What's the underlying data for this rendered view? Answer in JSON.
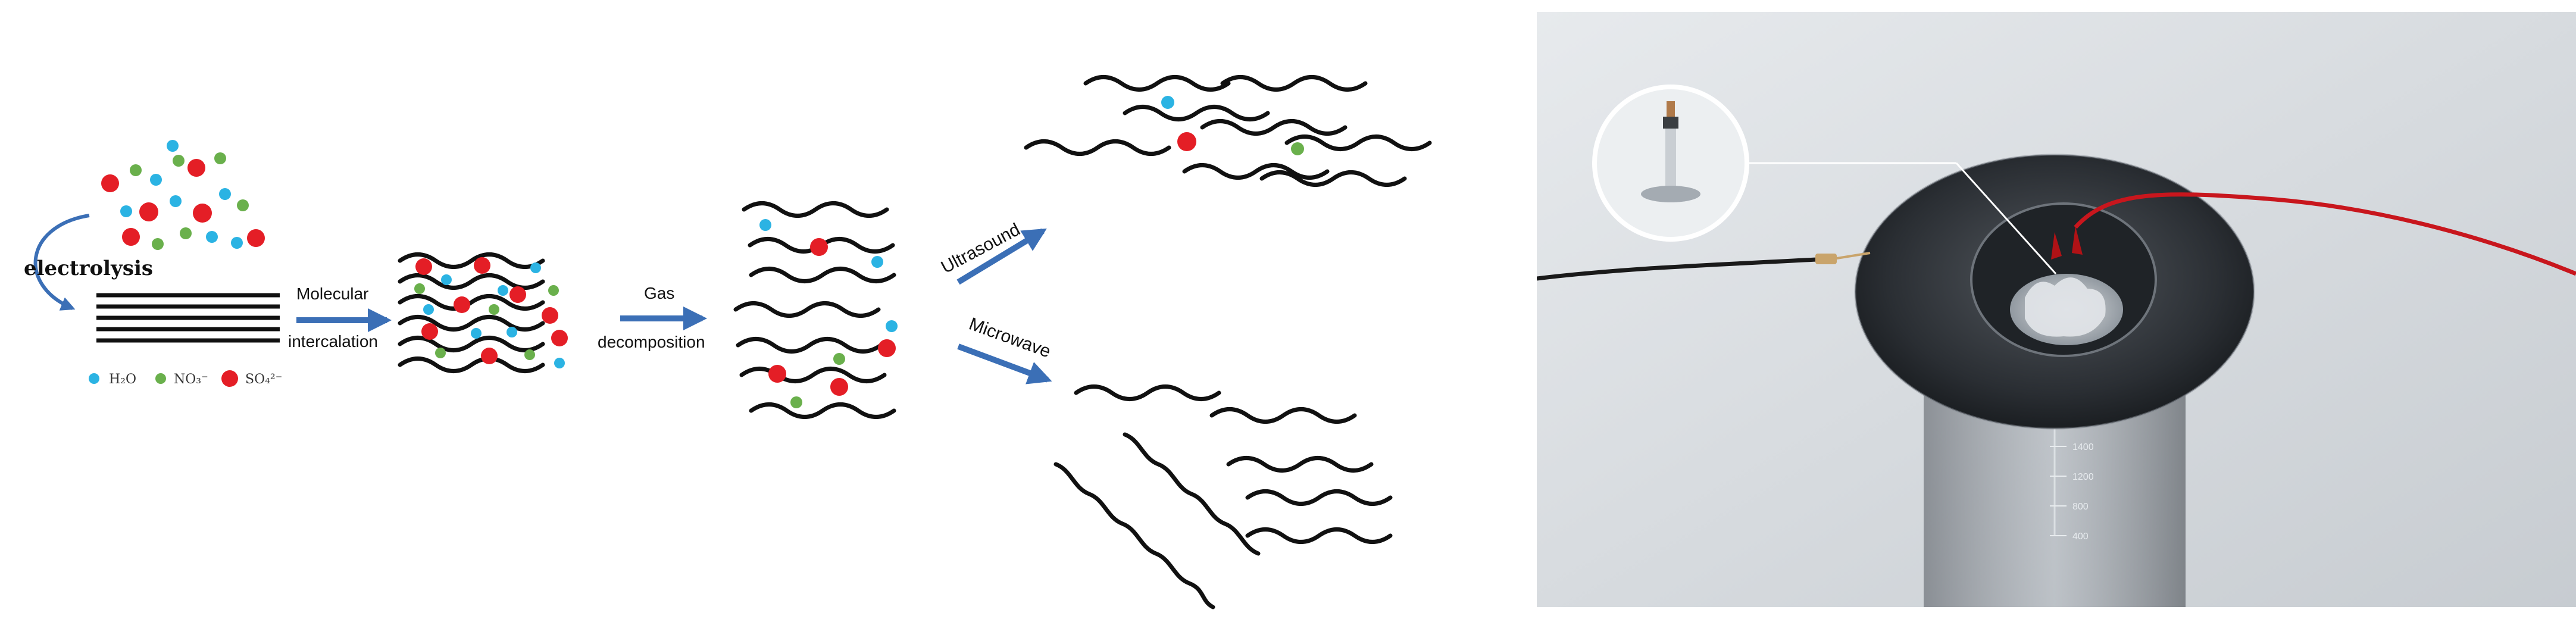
{
  "diagram": {
    "electrolysis_label": "electrolysis",
    "molecular_label": "Molecular",
    "intercalation_label": "intercalation",
    "gas_label": "Gas",
    "decomposition_label": "decomposition",
    "ultrasound_label": "Ultrasound",
    "microwave_label": "Microwave",
    "legend": {
      "h2o": "H₂O",
      "no3": "NO₃⁻",
      "so4": "SO₄²⁻"
    },
    "colors": {
      "h2o": "#2bb3e3",
      "no3": "#6ab04c",
      "so4": "#e41e26",
      "arrow": "#3b6fb6"
    }
  },
  "photo": {
    "beaker_ticks": [
      "1400",
      "1200",
      "800",
      "400"
    ],
    "wire_colors": {
      "positive": "#c8161d",
      "negative": "#1a1a1a"
    }
  }
}
